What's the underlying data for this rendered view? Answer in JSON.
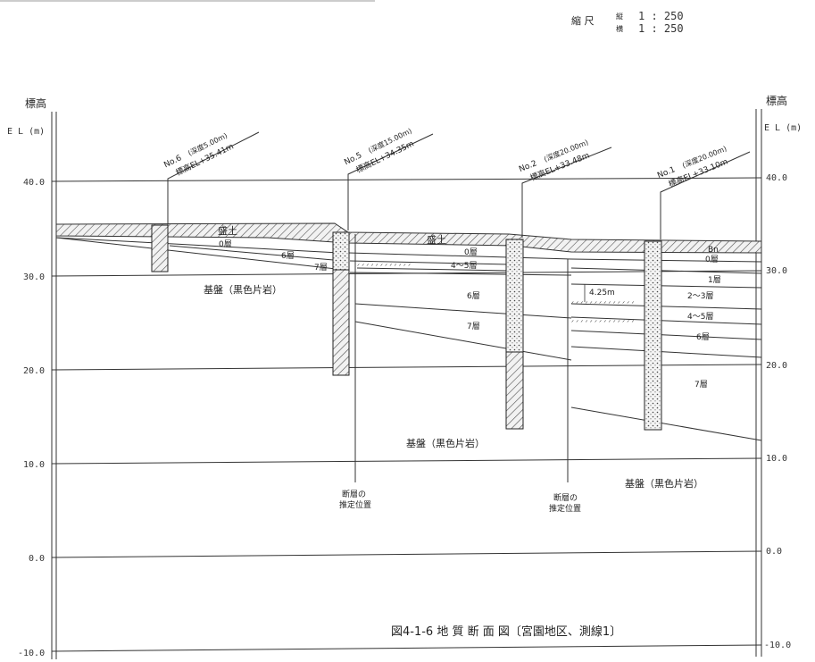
{
  "scale": {
    "title": "縮 尺",
    "vertical_label": "縦",
    "vertical_value": "1 : 250",
    "horizontal_label": "横",
    "horizontal_value": "1 : 250"
  },
  "axis": {
    "title": "標高",
    "unit": "E L (m)",
    "left_ticks": [
      "40.0",
      "30.0",
      "20.0",
      "10.0",
      "0.0",
      "-10.0"
    ],
    "right_ticks": [
      "40.0",
      "30.0",
      "20.0",
      "10.0",
      "0.0",
      "-10.0"
    ]
  },
  "boreholes": [
    {
      "no": "No.6",
      "depth": "(深度5.00m)",
      "elev": "標高EL+35.41m"
    },
    {
      "no": "No.5",
      "depth": "(深度15.00m)",
      "elev": "標高EL+34.35m"
    },
    {
      "no": "No.2",
      "depth": "(深度20.00m)",
      "elev": "標高EL+33.48m"
    },
    {
      "no": "No.1",
      "depth": "(深度20.00m)",
      "elev": "標高EL+33.10m"
    }
  ],
  "layers": {
    "fill_a": "盛土",
    "fill_b": "盛土",
    "l0_a": "0層",
    "l6_a": "6層",
    "l7_a": "7層",
    "bedrock_a": "基盤（黒色片岩）",
    "l0_b": "0層",
    "l45_b": "4～5層",
    "l6_b": "6層",
    "l7_b": "7層",
    "bedrock_b": "基盤（黒色片岩）",
    "bn": "Bn",
    "l0_c": "0層",
    "l1_c": "1層",
    "l23_c": "2～3層",
    "l45_c": "4～5層",
    "l6_c": "6層",
    "l7_c": "7層",
    "bedrock_c": "基盤（黒色片岩）"
  },
  "annotations": {
    "offset": "4.25m",
    "fault1": [
      "断層の",
      "推定位置"
    ],
    "fault2": [
      "断層の",
      "推定位置"
    ]
  },
  "figure_title": "図4-1-6 地 質 断 面 図〔宮園地区、測線1〕"
}
